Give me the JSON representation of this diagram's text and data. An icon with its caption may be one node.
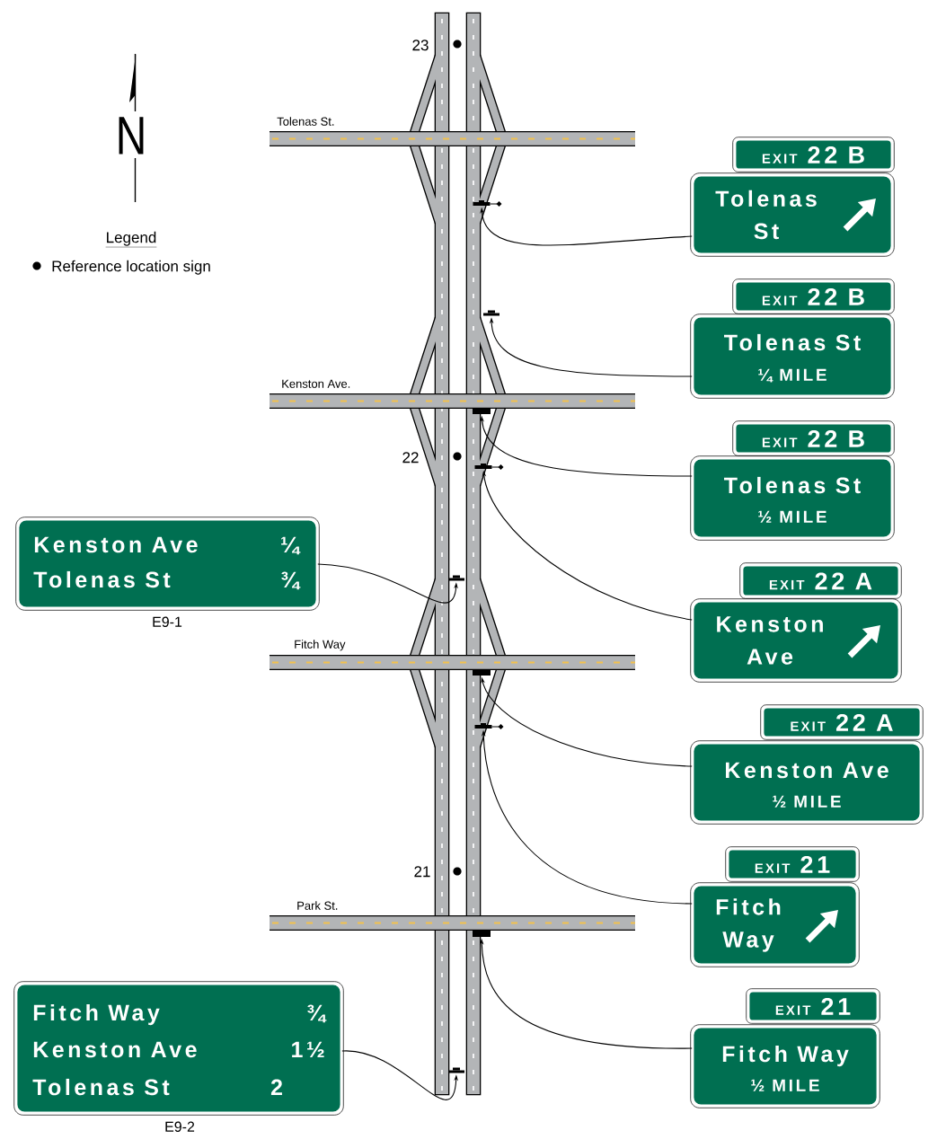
{
  "diagram": {
    "nodes": [
      {
        "text": [
          "EXIT",
          "22 B"
        ]
      },
      {
        "text": [
          "Tolenas St"
        ]
      },
      {
        "text": [],
        "shape": "bar"
      },
      {
        "text": [],
        "shape": "bar"
      },
      {
        "text": [
          "EXIT",
          "22 B"
        ]
      },
      {
        "text": [
          "Tolenas St",
          "¼ MILE"
        ]
      },
      {
        "text": [],
        "shape": "bar"
      },
      {
        "text": [
          "EXIT",
          "22 B"
        ]
      },
      {
        "text": [
          "Tolenas St",
          "½ MILE"
        ]
      },
      {
        "text": [],
        "shape": "bar"
      },
      {
        "text": [
          "Kenston Ave",
          "¼",
          "Tolenas St",
          "¾"
        ],
        "beside": [
          "E9-1"
        ]
      },
      {
        "text": [],
        "shape": "bar"
      },
      {
        "text": [
          "EXIT",
          "22 A"
        ]
      },
      {
        "text": [
          "Kenston Ave"
        ]
      },
      {
        "text": [],
        "shape": "bar"
      },
      {
        "text": [
          "EXIT",
          "22 A"
        ]
      },
      {
        "text": [
          "Kenston Ave",
          "½ MILE"
        ]
      },
      {
        "text": [],
        "shape": "bar"
      },
      {
        "text": [
          "EXIT",
          "21"
        ]
      },
      {
        "text": [
          "Fitch Way"
        ]
      },
      {
        "text": [],
        "shape": "bar"
      },
      {
        "text": [
          "EXIT",
          "21"
        ]
      },
      {
        "text": [
          "Fitch Way",
          "½ MILE"
        ]
      },
      {
        "text": [
          "Fitch Way",
          "¾",
          "Kenston Ave",
          "1½",
          "Tolenas St",
          "2"
        ],
        "beside": [
          "E9-2"
        ]
      },
      {
        "text": [],
        "shape": "bar"
      }
    ],
    "edges": [
      {
        "from": 1,
        "to": 2,
        "arrow": "to"
      },
      {
        "from": 5,
        "to": 3,
        "arrow": "to"
      },
      {
        "from": 8,
        "to": 6,
        "arrow": "to"
      },
      {
        "from": 10,
        "to": 11,
        "arrow": "to"
      },
      {
        "from": 13,
        "to": 9,
        "arrow": "to"
      },
      {
        "from": 16,
        "to": 14,
        "arrow": "to"
      },
      {
        "from": 19,
        "to": 17,
        "arrow": "to"
      },
      {
        "from": 22,
        "to": 20,
        "arrow": "to"
      },
      {
        "from": 23,
        "to": 24,
        "arrow": "to"
      }
    ],
    "labels": [
      "N",
      "Legend",
      "23",
      "Tolenas St.",
      "Kenston Ave.",
      "22",
      "Fitch Way",
      "21",
      "Park St."
    ],
    "legend": [
      {
        "text": "Reference location sign"
      }
    ]
  }
}
